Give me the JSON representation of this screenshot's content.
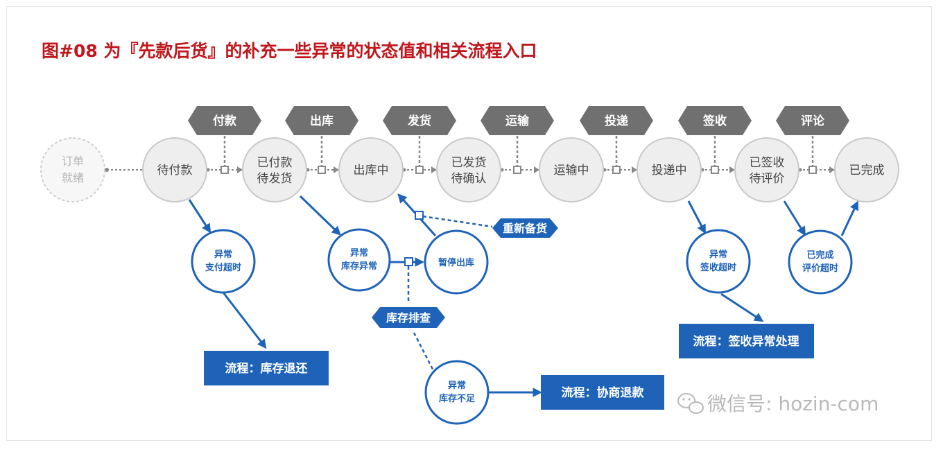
{
  "title": "图#08  为『先款后货』的补充一些异常的状态值和相关流程入口",
  "colors": {
    "title": "#c0161c",
    "state_fill": "#eeeeee",
    "state_stroke": "#c8c8c8",
    "state_text": "#444444",
    "action_tag": "#707070",
    "accent": "#1e63b8"
  },
  "start_node": {
    "line1": "订单",
    "line2": "就绪"
  },
  "states": [
    {
      "id": "s1",
      "line1": "待付款",
      "line2": ""
    },
    {
      "id": "s2",
      "line1": "已付款",
      "line2": "待发货"
    },
    {
      "id": "s3",
      "line1": "出库中",
      "line2": ""
    },
    {
      "id": "s4",
      "line1": "已发货",
      "line2": "待确认"
    },
    {
      "id": "s5",
      "line1": "运输中",
      "line2": ""
    },
    {
      "id": "s6",
      "line1": "投递中",
      "line2": ""
    },
    {
      "id": "s7",
      "line1": "已签收",
      "line2": "待评价"
    },
    {
      "id": "s8",
      "line1": "已完成",
      "line2": ""
    }
  ],
  "actions": [
    "付款",
    "出库",
    "发货",
    "运输",
    "投递",
    "签收",
    "评论"
  ],
  "exception_states": [
    {
      "id": "e1",
      "line1": "异常",
      "line2": "支付超时"
    },
    {
      "id": "e2",
      "line1": "异常",
      "line2": "库存异常"
    },
    {
      "id": "e3",
      "line1": "暂停出库",
      "line2": ""
    },
    {
      "id": "e4",
      "line1": "异常",
      "line2": "库存不足"
    },
    {
      "id": "e5",
      "line1": "异常",
      "line2": "签收超时"
    },
    {
      "id": "e6",
      "line1": "已完成",
      "line2": "评价超时"
    }
  ],
  "exception_actions": [
    "重新备货",
    "库存排查"
  ],
  "processes": [
    "流程：库存退还",
    "流程：协商退款",
    "流程：签收异常处理"
  ],
  "watermark": {
    "icon": "wechat-icon",
    "text": "微信号: hozin-com"
  }
}
